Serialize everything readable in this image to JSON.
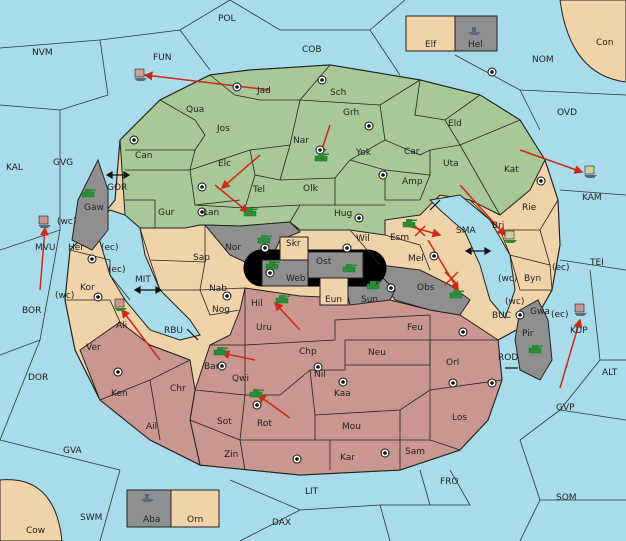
{
  "colors": {
    "water": "#a8dcea",
    "green": "#a8c898",
    "tan": "#f1d3a9",
    "red": "#c99690",
    "gray": "#8f8f8f",
    "black": "#000000",
    "border": "#222222",
    "arrow": "#d02818",
    "tank": "#2e8a38",
    "fleet": "#5a6a7a"
  },
  "labels": {
    "pol": "POL",
    "nvm": "NVM",
    "fun": "FUN",
    "cob": "COB",
    "nom": "NOM",
    "con": "Con",
    "elf": "Elf",
    "hel": "Hel",
    "ovd": "OVD",
    "kal": "KAL",
    "gvg": "GVG",
    "kam": "KAM",
    "tei": "TEI",
    "alt": "ALT",
    "bor": "BOR",
    "dor": "DOR",
    "gva": "GVA",
    "gvp": "GVP",
    "fro": "FRO",
    "som": "SOM",
    "swm": "SWM",
    "lit": "LIT",
    "dax": "DAX",
    "cow": "Cow",
    "aba": "Aba",
    "orn": "Orn",
    "mvu": "MVU",
    "gor": "GOR",
    "mit": "MIT",
    "rbu": "RBU",
    "sma": "SMA",
    "buc": "BUC",
    "rod": "ROD",
    "jad": "Jad",
    "sch": "Sch",
    "qua": "Qua",
    "jos": "Jos",
    "grh": "Grh",
    "eld": "Eld",
    "can": "Can",
    "nar": "Nar",
    "yok": "Yok",
    "car": "Car",
    "uta": "Uta",
    "kat": "Kat",
    "elc": "Elc",
    "tel": "Tel",
    "amp": "Amp",
    "olk": "Olk",
    "gur": "Gur",
    "lan": "Lan",
    "hug": "Hug",
    "bri": "Bri",
    "rie": "Rie",
    "gaw": "Gaw",
    "esm": "Esm",
    "wil": "Wil",
    "her": "Her",
    "ec1": "(ec)",
    "wc1": "(wc)",
    "nor": "Nor",
    "skr": "Skr",
    "ost": "Ost",
    "web": "Web",
    "sap": "Sap",
    "mel": "Mel",
    "wc2": "(wc)",
    "byn": "Byn",
    "ec2": "(ec)",
    "kor": "Kor",
    "wc3": "(wc)",
    "ec3": "(ec)",
    "nab": "Nab",
    "eun": "Eun",
    "sun": "Sun",
    "obs": "Obs",
    "ali": "Ali",
    "hil": "Hil",
    "nog": "Nog",
    "gwa": "Gwa",
    "wc4": "(wc)",
    "ec4": "(ec)",
    "kup": "KUP",
    "uru": "Uru",
    "feu": "Feu",
    "pir": "Pir",
    "ver": "Ver",
    "chp": "Chp",
    "neu": "Neu",
    "orl": "Orl",
    "bar": "Bar",
    "qwi": "Qwi",
    "nil": "Nil",
    "ken": "Ken",
    "chr": "Chr",
    "kaa": "Kaa",
    "sot": "Sot",
    "rot": "Rot",
    "mou": "Mou",
    "los": "Los",
    "ail": "Ail",
    "sam": "Sam",
    "zin": "Zin",
    "kar": "Kar"
  }
}
